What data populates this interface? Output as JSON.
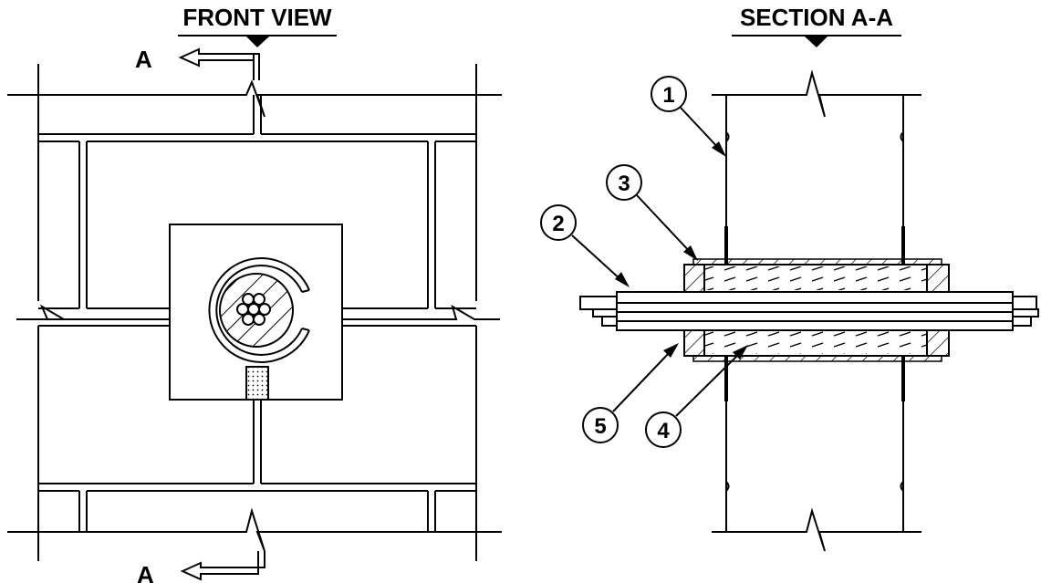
{
  "front_view": {
    "title": "FRONT VIEW",
    "section_mark_top": "A",
    "section_mark_bottom": "A"
  },
  "section_view": {
    "title": "SECTION A-A",
    "callouts": [
      {
        "number": "1"
      },
      {
        "number": "2"
      },
      {
        "number": "3"
      },
      {
        "number": "4"
      },
      {
        "number": "5"
      }
    ]
  }
}
